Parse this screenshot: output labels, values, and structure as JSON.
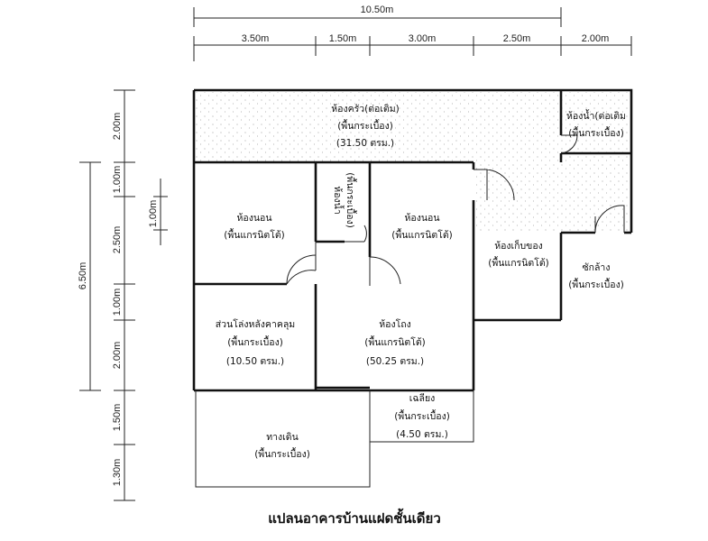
{
  "title": "แปลนอาคารบ้านแฝดชั้นเดียว",
  "dimensions": {
    "overall_width": "10.50m",
    "top": [
      "3.50m",
      "1.50m",
      "3.00m",
      "2.50m",
      "2.00m"
    ],
    "left_overall": "6.50m",
    "left": [
      "2.00m",
      "1.00m",
      "2.50m",
      "1.00m",
      "2.00m",
      "1.50m",
      "1.30m"
    ],
    "small_vertical": "1.00m"
  },
  "rooms": {
    "kitchen": {
      "name": "ห้องครัว(ต่อเติม)",
      "floor": "(พื้นกระเบื้อง)",
      "area": "(31.50 ตรม.)"
    },
    "bath_ext": {
      "name": "ห้องน้ำ(ต่อเติม",
      "floor": "(พื้นกระเบื้อง)"
    },
    "bedroom1": {
      "name": "ห้องนอน",
      "floor": "(พื้นแกรนิตโต้)"
    },
    "bath_small": {
      "name": "ห้องน้ำ",
      "floor": "(พื้นกระเบื้อง)"
    },
    "bedroom2": {
      "name": "ห้องนอน",
      "floor": "(พื้นแกรนิตโต้)"
    },
    "storage": {
      "name": "ห้องเก็บของ",
      "floor": "(พื้นแกรนิตโต้)"
    },
    "laundry": {
      "name": "ซักล้าง",
      "floor": "(พื้นกระเบื้อง)"
    },
    "roofed_area": {
      "name": "ส่วนโล่งหลังคาคลุม",
      "floor": "(พื้นกระเบื้อง)",
      "area": "(10.50 ตรม.)"
    },
    "hall": {
      "name": "ห้องโถง",
      "floor": "(พื้นแกรนิตโต้)",
      "area": "(50.25 ตรม.)"
    },
    "terrace": {
      "name": "เฉลียง",
      "floor": "(พื้นกระเบื้อง)",
      "area": "(4.50 ตรม.)"
    },
    "walkway": {
      "name": "ทางเดิน",
      "floor": "(พื้นกระเบื้อง)"
    }
  }
}
